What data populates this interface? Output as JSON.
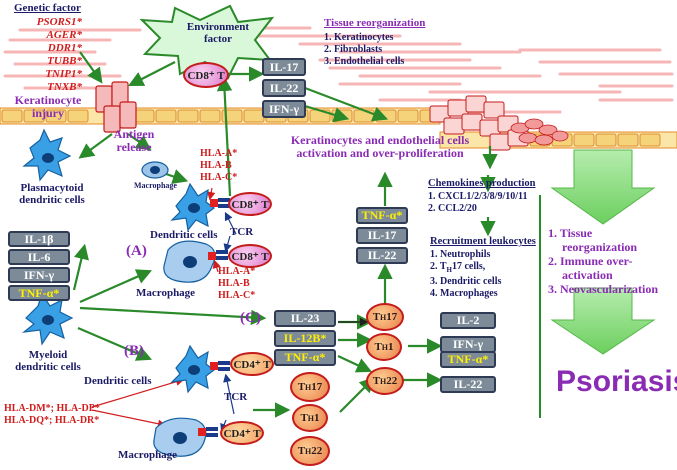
{
  "genetic": {
    "title": "Genetic factor",
    "genes": [
      "PSORS1*",
      "AGER*",
      "DDR1*",
      "TUBB*",
      "TNIP1*",
      "TNXB*"
    ]
  },
  "environment": {
    "line1": "Environment",
    "line2": "factor"
  },
  "keratinocyte_injury": {
    "line1": "Keratinocyte",
    "line2": "injury"
  },
  "antigen_release": {
    "line1": "Antigen",
    "line2": "release"
  },
  "tissue_reorg_box": {
    "title": "Tissue reorganization",
    "items": [
      "1.  Keratinocytes",
      "2.  Fibroblasts",
      "3.  Endothelial cells"
    ]
  },
  "top_cytokines": [
    "IL-17",
    "IL-22",
    "IFN-γ"
  ],
  "cd8_top": "CD8⁺ T",
  "activation": {
    "line1": "Keratinocytes and endothelial cells",
    "line2": "activation and over-proliferation"
  },
  "plasmacytoid": {
    "line1": "Plasmacytoid",
    "line2": "dendritic cells"
  },
  "macrophage_small": "Macrophage",
  "hla_class1_top": [
    "HLA-A*",
    "HLA-B",
    "HLA-C*"
  ],
  "pathway_a": {
    "label": "(A)",
    "dendritic": "Dendritic cells",
    "cd8_1": "CD8⁺ T",
    "tcr": "TCR",
    "cd8_2": "CD8⁺ T",
    "macrophage": "Macrophage",
    "hla": [
      "HLA-A*",
      "HLA-B",
      "HLA-C*"
    ]
  },
  "left_cytokines": [
    "IL-1β",
    "IL-6",
    "IFN-γ",
    "TNF-α*"
  ],
  "myeloid": {
    "line1": "Myeloid",
    "line2": "dendritic cells"
  },
  "pathway_b": {
    "label": "(B)",
    "dendritic": "Dendritic cells",
    "cd4_1": "CD4⁺ T",
    "tcr": "TCR",
    "cd4_2": "CD4⁺ T",
    "macrophage": "Macrophage",
    "hla_line1": "HLA-DM*; HLA-DP*",
    "hla_line2": "HLA-DQ*; HLA-DR*"
  },
  "pathway_c": {
    "label": "(C)"
  },
  "c_cytokines": [
    "IL-23",
    "IL-12B*",
    "TNF-α*"
  ],
  "mid_cytokines": [
    "TNF-α*",
    "IL-17",
    "IL-22"
  ],
  "th_cells_mid": [
    "TH17",
    "TH1",
    "TH22"
  ],
  "th_cells_bottom": [
    "TH17",
    "TH1",
    "TH22"
  ],
  "th_outputs": [
    "IL-2",
    "IFN-γ",
    "TNF-α*",
    "IL-22"
  ],
  "chemokines": {
    "title": "Chemokines production",
    "items": [
      "1.  CXCL1/2/3/8/9/10/11",
      "2.  CCL2/20"
    ]
  },
  "recruitment": {
    "title": "Recruitment leukocytes",
    "items": [
      "1.  Neutrophils",
      "2.  TH17 cells,",
      "3.  Dendritic cells",
      "4.  Macrophages"
    ]
  },
  "outcomes": {
    "items": [
      "1. Tissue",
      "reorganization",
      "2. Immune over-",
      "activation",
      "3. Neovascularization"
    ]
  },
  "psoriasis": "Psoriasis",
  "colors": {
    "red": "#d11d1d",
    "purple": "#8a2bb4",
    "navy": "#1a1a66",
    "green_arrow": "#2a8a2a",
    "box_fill": "#7d8b98"
  }
}
